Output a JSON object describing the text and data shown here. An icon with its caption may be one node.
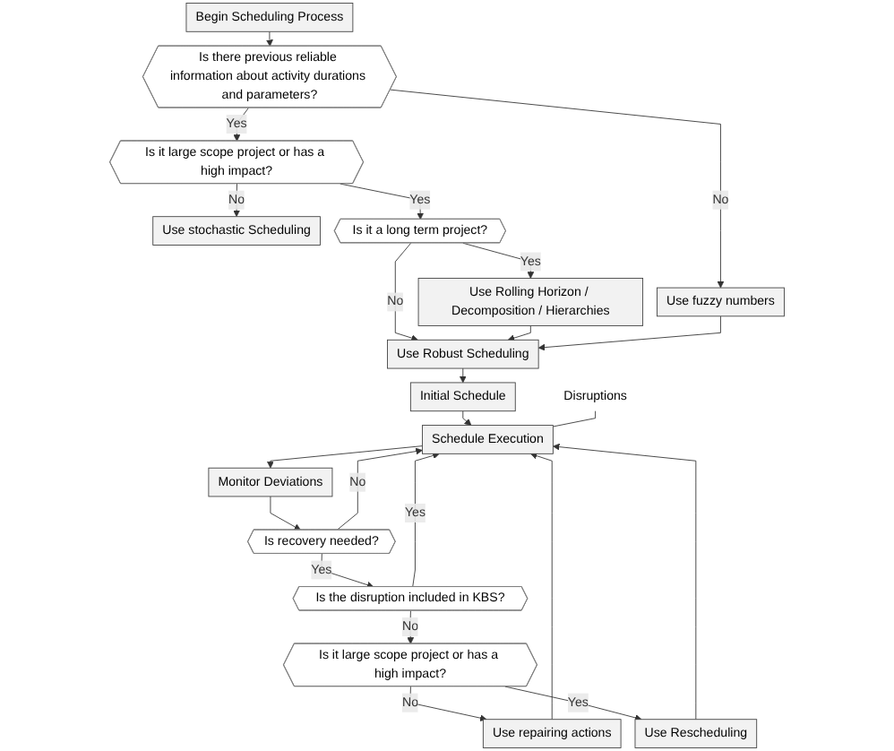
{
  "diagram": {
    "nodes": [
      {
        "text": [
          "Begin Scheduling Process"
        ]
      },
      {
        "text": [
          "Is there previous reliable information about activity durations and parameters?"
        ]
      },
      {
        "text": [
          "Is it large scope project or has a high impact?"
        ]
      },
      {
        "text": [
          "Use stochastic Scheduling"
        ]
      },
      {
        "text": [
          "Is it a long term project?"
        ]
      },
      {
        "text": [
          "Use Rolling Horizon / Decomposition / Hierarchies"
        ]
      },
      {
        "text": [
          "Use fuzzy numbers"
        ]
      },
      {
        "text": [
          "Use Robust Scheduling"
        ]
      },
      {
        "text": [
          "Initial Schedule"
        ]
      },
      {
        "text": [
          "Disruptions"
        ]
      },
      {
        "text": [
          "Schedule Execution"
        ]
      },
      {
        "text": [
          "Monitor Deviations"
        ]
      },
      {
        "text": [
          "Is recovery needed?"
        ]
      },
      {
        "text": [
          "Is the disruption included in KBS?"
        ]
      },
      {
        "text": [
          "Is it large scope project or has a high impact?"
        ]
      },
      {
        "text": [
          "Use repairing actions"
        ]
      },
      {
        "text": [
          "Use Rescheduling"
        ]
      }
    ],
    "edges": [
      {
        "from": 0,
        "to": 1,
        "arrow": "to"
      },
      {
        "from": 1,
        "to": 2,
        "arrow": "to",
        "label": "Yes"
      },
      {
        "from": 1,
        "to": 6,
        "arrow": "to",
        "label": "No"
      },
      {
        "from": 2,
        "to": 3,
        "arrow": "to",
        "label": "No"
      },
      {
        "from": 2,
        "to": 4,
        "arrow": "to",
        "label": "Yes"
      },
      {
        "from": 4,
        "to": 5,
        "arrow": "to",
        "label": "Yes"
      },
      {
        "from": 4,
        "to": 7,
        "arrow": "to",
        "label": "No"
      },
      {
        "from": 5,
        "to": 7,
        "arrow": "to"
      },
      {
        "from": 6,
        "to": 7,
        "arrow": "to"
      },
      {
        "from": 7,
        "to": 8,
        "arrow": "to"
      },
      {
        "from": 8,
        "to": 10,
        "arrow": "to"
      },
      {
        "from": 9,
        "to": 10,
        "arrow": "none"
      },
      {
        "from": 10,
        "to": 11,
        "arrow": "to"
      },
      {
        "from": 11,
        "to": 12,
        "arrow": "to"
      },
      {
        "from": 12,
        "to": 10,
        "arrow": "to",
        "label": "No"
      },
      {
        "from": 12,
        "to": 13,
        "arrow": "to",
        "label": "Yes"
      },
      {
        "from": 13,
        "to": 10,
        "arrow": "to",
        "label": "Yes"
      },
      {
        "from": 13,
        "to": 14,
        "arrow": "to",
        "label": "No"
      },
      {
        "from": 14,
        "to": 15,
        "arrow": "to",
        "label": "No"
      },
      {
        "from": 14,
        "to": 16,
        "arrow": "to",
        "label": "Yes"
      },
      {
        "from": 15,
        "to": 10,
        "arrow": "to"
      },
      {
        "from": 16,
        "to": 10,
        "arrow": "to"
      }
    ]
  }
}
